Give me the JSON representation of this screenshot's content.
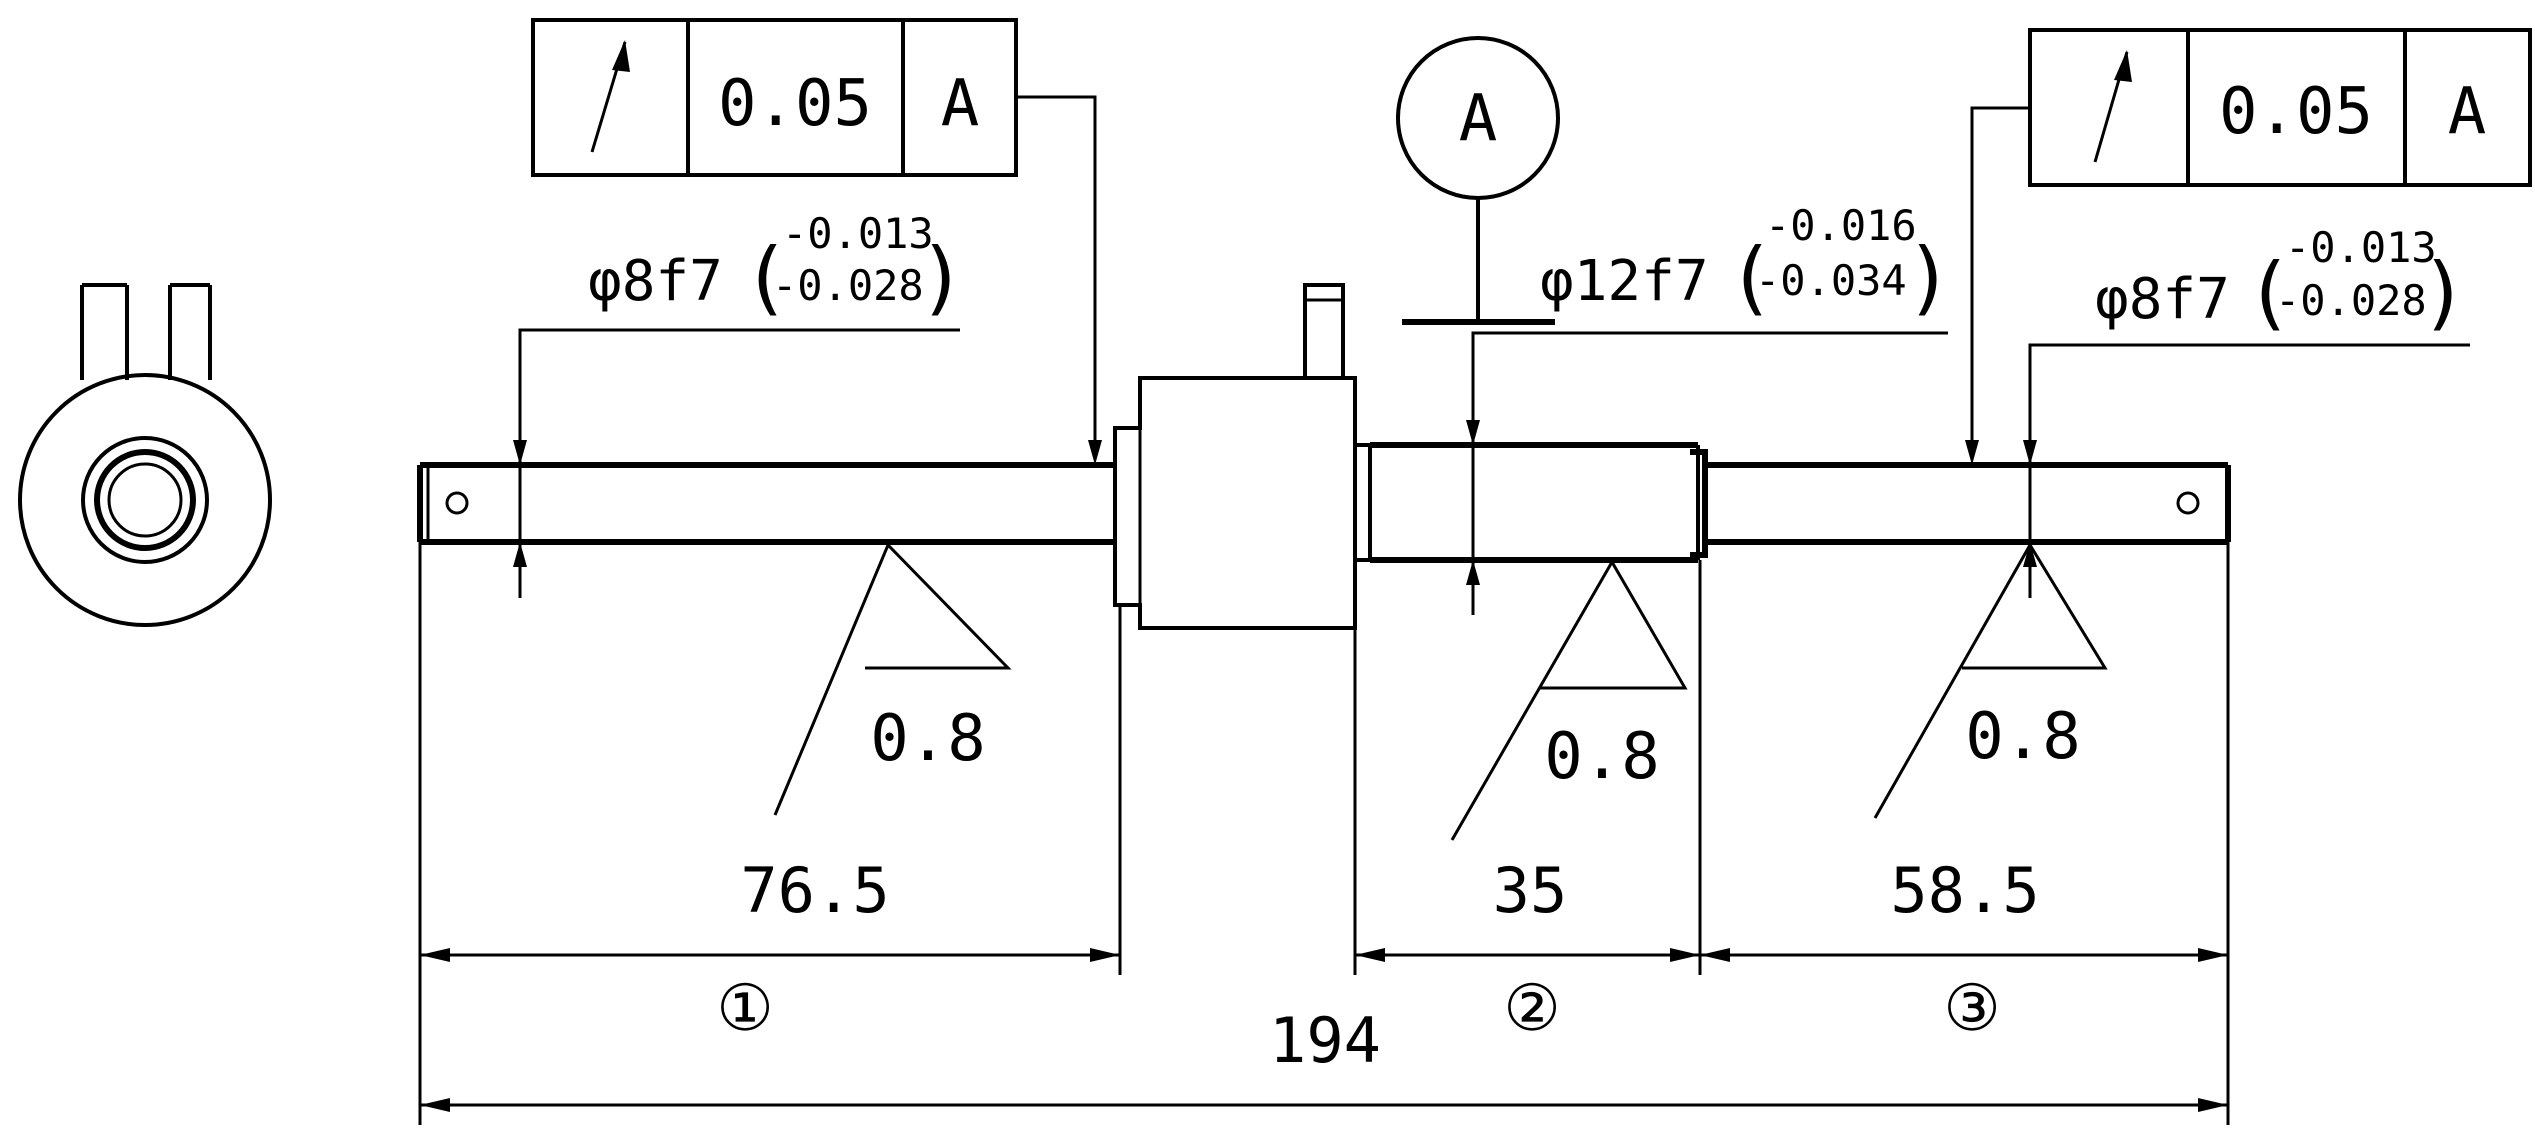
{
  "tolerance_frames": {
    "left": {
      "symbol": "↗",
      "value": "0.05",
      "datum": "A"
    },
    "right": {
      "symbol": "↗",
      "value": "0.05",
      "datum": "A"
    }
  },
  "datum_marker": {
    "letter": "A"
  },
  "diameters": {
    "left": {
      "prefix": "φ",
      "size": "8f7",
      "upper": "-0.013",
      "lower": "-0.028"
    },
    "middle": {
      "prefix": "φ",
      "size": "12f7",
      "upper": "-0.016",
      "lower": "-0.034"
    },
    "right": {
      "prefix": "φ",
      "size": "8f7",
      "upper": "-0.013",
      "lower": "-0.028"
    }
  },
  "roughness": {
    "left": "0.8",
    "middle": "0.8",
    "right": "0.8"
  },
  "dimensions": {
    "segment1": "76.5",
    "segment2": "35",
    "segment3": "58.5",
    "overall": "194"
  },
  "segment_markers": {
    "one": "①",
    "two": "②",
    "three": "③"
  }
}
